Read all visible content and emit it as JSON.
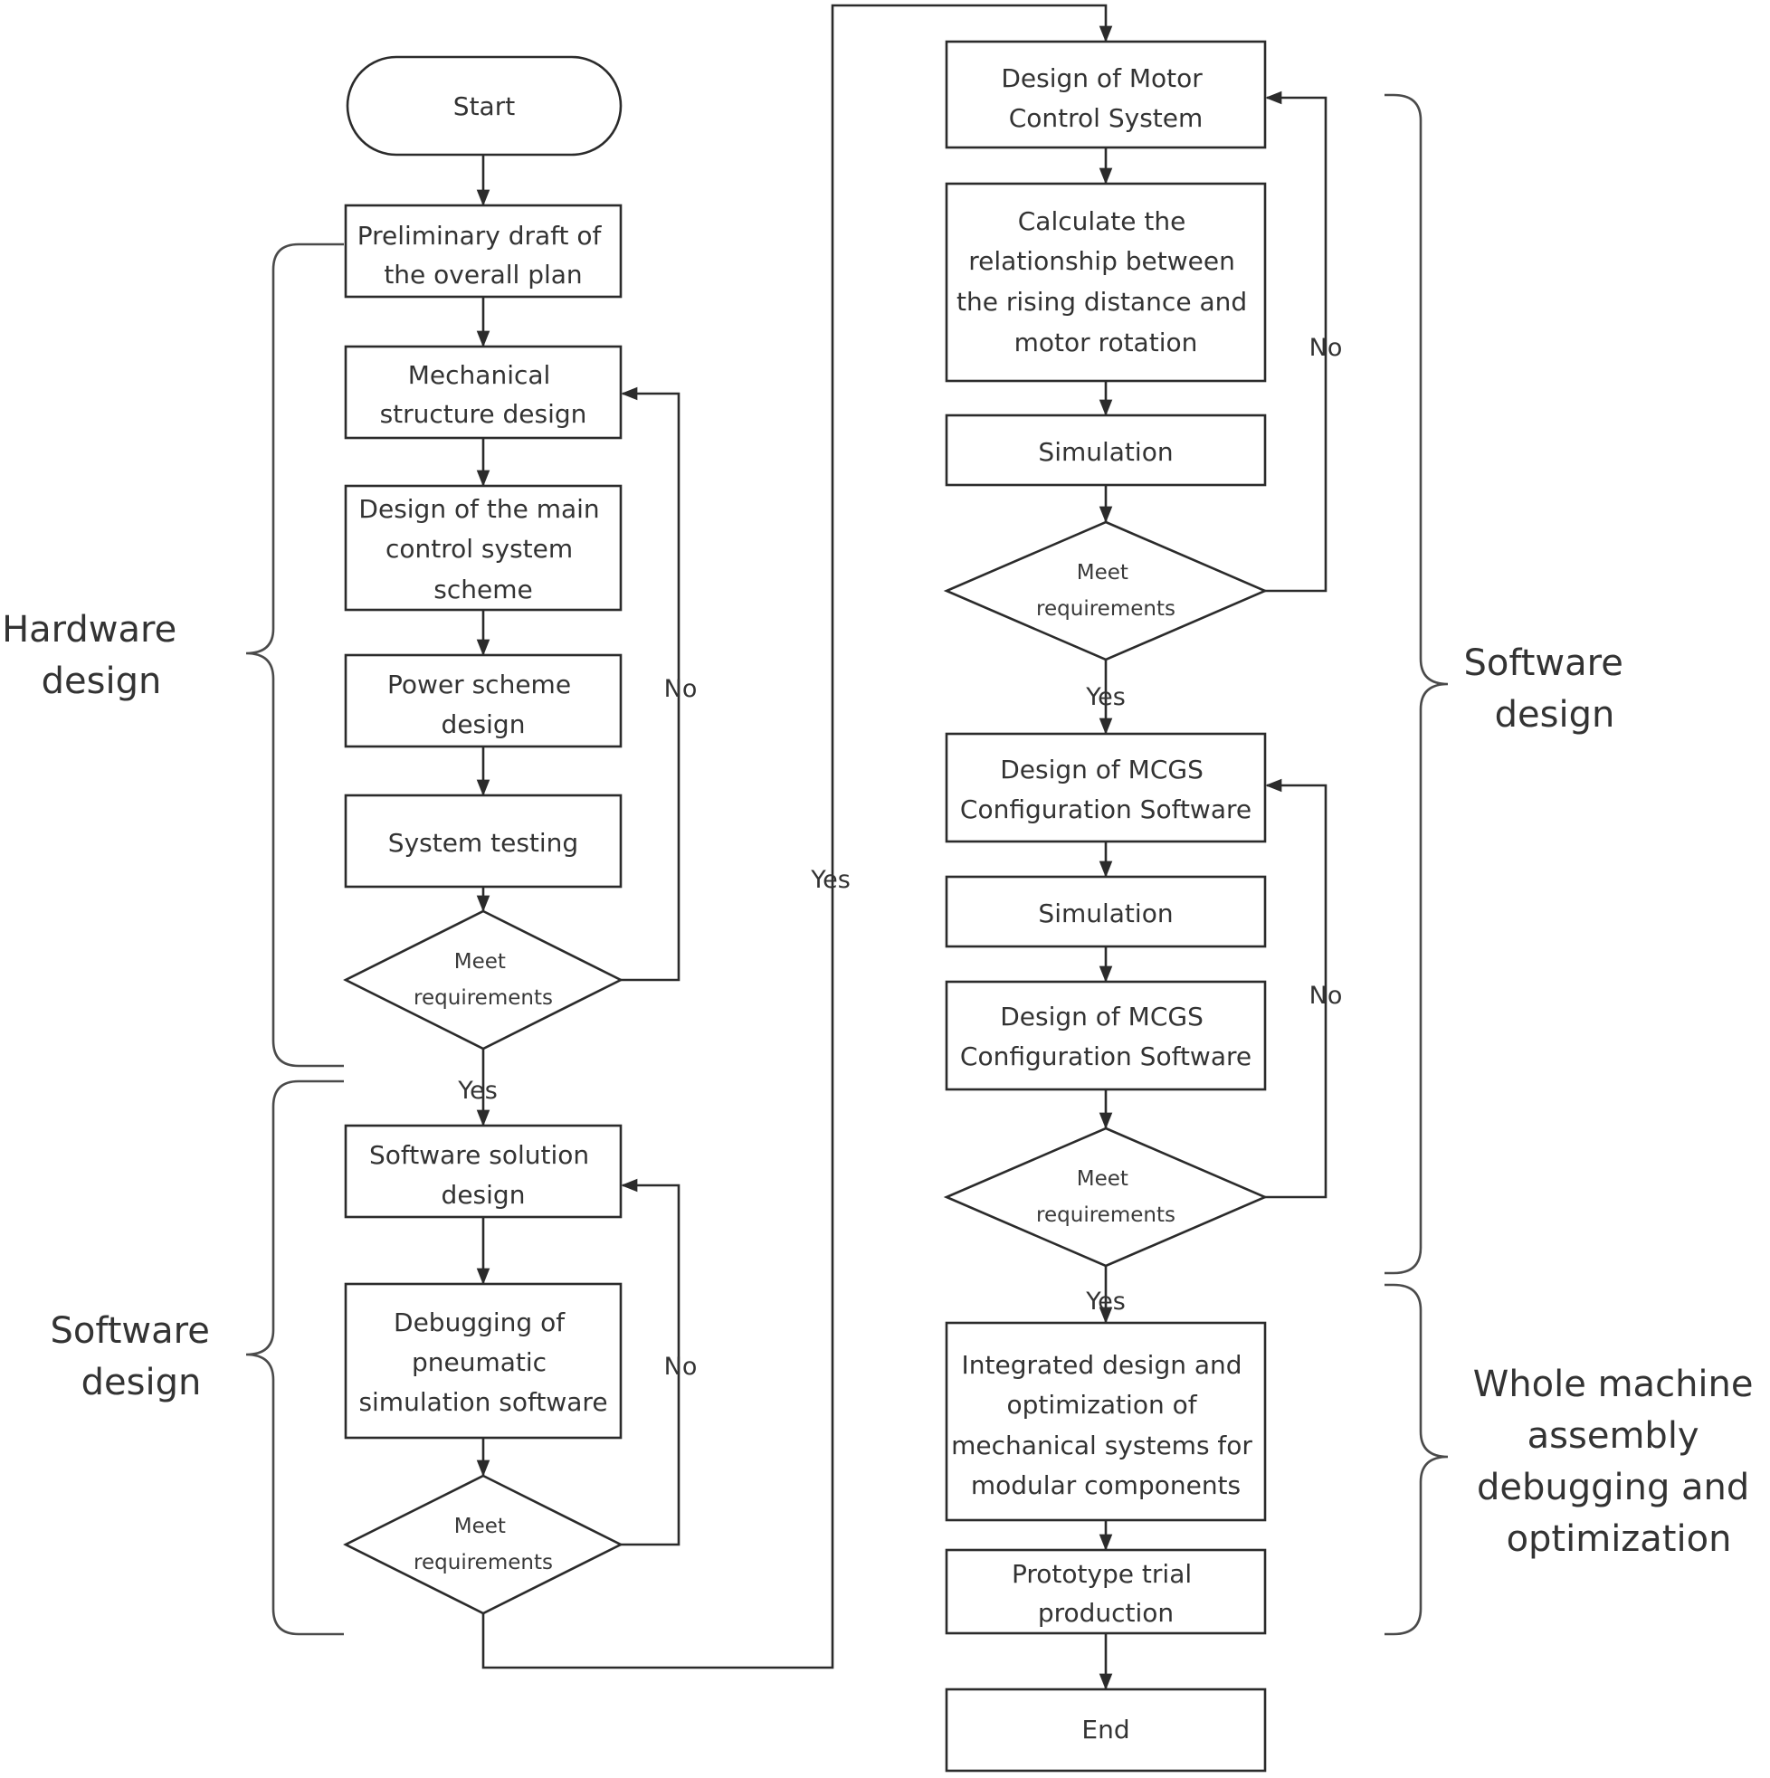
{
  "nodes": {
    "start": [
      "Start"
    ],
    "prelim": [
      "Preliminary draft of",
      "the overall plan"
    ],
    "mech": [
      "Mechanical",
      "structure design"
    ],
    "main_ctrl": [
      "Design of the main",
      "control system",
      "scheme"
    ],
    "power": [
      "Power scheme",
      "design"
    ],
    "sys_test": [
      "System testing"
    ],
    "dec1": [
      "Meet",
      "requirements"
    ],
    "sw_sol": [
      "Software solution",
      "design"
    ],
    "pneumatic": [
      "Debugging of",
      "pneumatic",
      "simulation software"
    ],
    "dec2": [
      "Meet",
      "requirements"
    ],
    "motor": [
      "Design of Motor",
      "Control System"
    ],
    "calc": [
      "Calculate the",
      "relationship between",
      "the rising distance and",
      "motor rotation"
    ],
    "sim1": [
      "Simulation"
    ],
    "dec3": [
      "Meet",
      "requirements"
    ],
    "mcgs1": [
      "Design of MCGS",
      "Configuration Software"
    ],
    "sim2": [
      "Simulation"
    ],
    "mcgs2": [
      "Design of MCGS",
      "Configuration Software"
    ],
    "dec4": [
      "Meet",
      "requirements"
    ],
    "integrated": [
      "Integrated design and",
      "optimization of",
      "mechanical systems for",
      "modular components"
    ],
    "prototype": [
      "Prototype trial",
      "production"
    ],
    "end": [
      "End"
    ]
  },
  "edge_labels": {
    "yes1": "Yes",
    "no1": "No",
    "no2": "No",
    "yes_cross": "Yes",
    "no3": "No",
    "yes3": "Yes",
    "no4": "No",
    "yes4": "Yes"
  },
  "groups": {
    "hardware": [
      "Hardware",
      "design"
    ],
    "software_left": [
      "Software",
      "design"
    ],
    "software_right": [
      "Software",
      "design"
    ],
    "assembly": [
      "Whole machine",
      "assembly",
      "debugging and",
      "optimization"
    ]
  }
}
